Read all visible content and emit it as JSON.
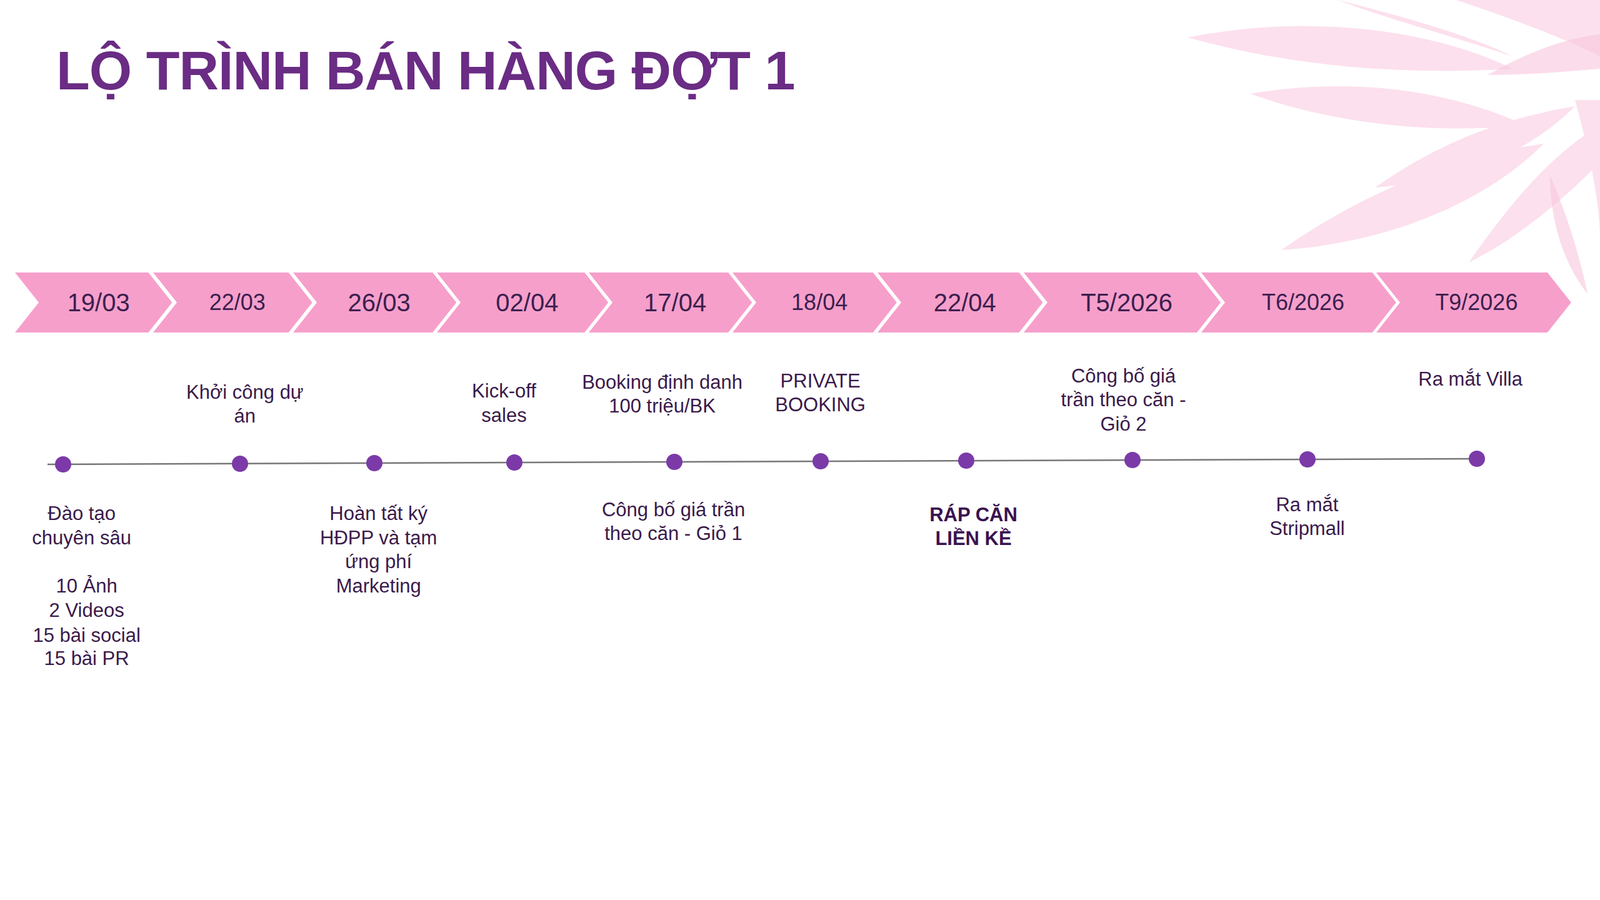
{
  "diagram": {
    "title": "LỘ TRÌNH BÁN HÀNG ĐỢT 1",
    "nodes": [
      {
        "text": [
          "19/03"
        ]
      },
      {
        "text": [
          "22/03"
        ]
      },
      {
        "text": [
          "26/03"
        ]
      },
      {
        "text": [
          "02/04"
        ]
      },
      {
        "text": [
          "17/04"
        ]
      },
      {
        "text": [
          "18/04"
        ]
      },
      {
        "text": [
          "22/04"
        ]
      },
      {
        "text": [
          "T5/2026"
        ]
      },
      {
        "text": [
          "T6/2026"
        ]
      },
      {
        "text": [
          "T9/2026"
        ]
      }
    ],
    "labels": [
      "Đào tạo chuyên sâu",
      "10 Ảnh",
      "2 Videos",
      "15 bài social",
      "15 bài PR",
      "Khởi công dự án",
      "Hoàn tất ký HĐPP và tạm ứng phí Marketing",
      "Kick-off sales",
      "Booking định danh 100 triệu/BK",
      "Công bố giá trần theo căn - Giỏ 1",
      "PRIVATE BOOKING",
      "RÁP CĂN LIỀN KỀ",
      "Công bố giá trần theo căn - Giỏ 2",
      "Ra mắt Stripmall",
      "Ra mắt Villa"
    ]
  }
}
